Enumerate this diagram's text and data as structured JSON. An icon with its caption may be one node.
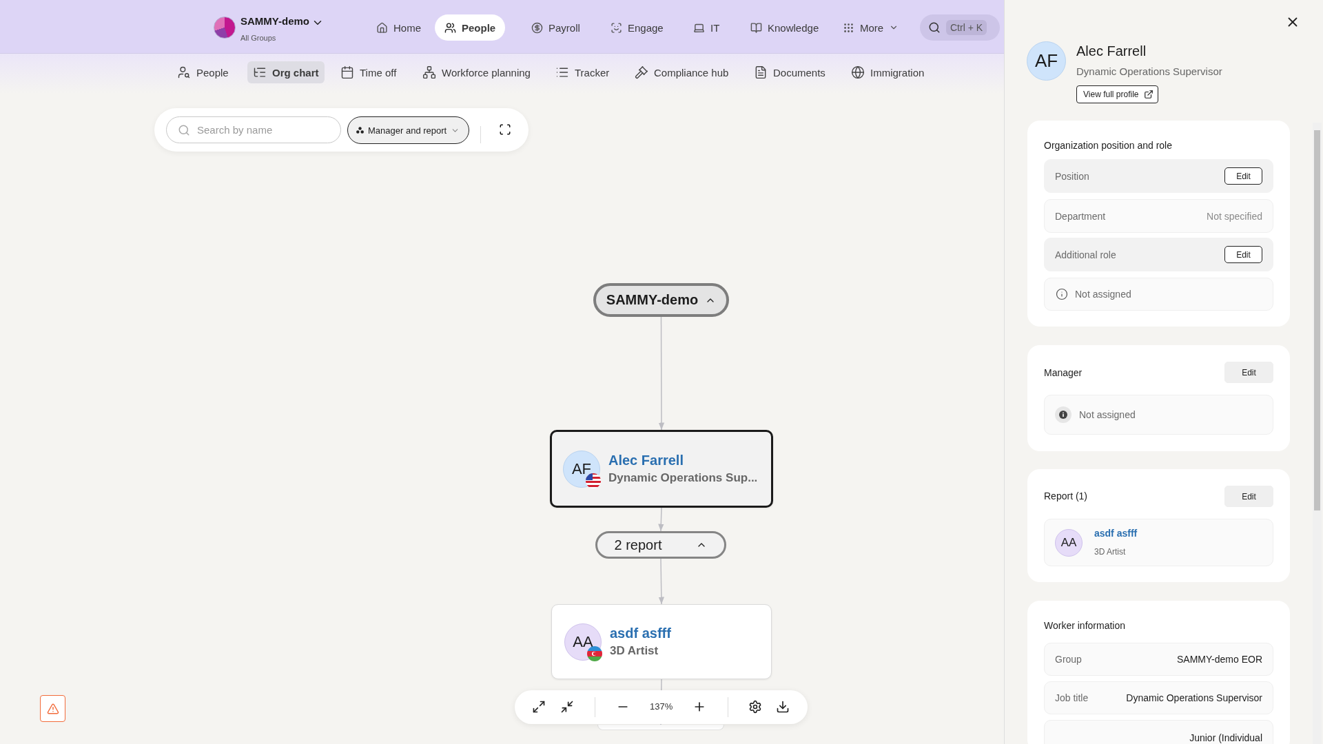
{
  "diagram": {
    "nodes": [
      {
        "text": [
          "SAMMY-demo"
        ]
      },
      {
        "text": [
          "AF",
          "Alec Farrell",
          "Dynamic Operations Sup..."
        ]
      },
      {
        "text": [
          "2 report"
        ]
      },
      {
        "text": [
          "AA",
          "asdf asfff",
          "3D Artist"
        ]
      },
      {
        "text": [],
        "shape": "box"
      }
    ],
    "edges": [
      {
        "from": 0,
        "to": 1,
        "arrow": "to"
      },
      {
        "from": 1,
        "to": 2,
        "arrow": "to"
      },
      {
        "from": 2,
        "to": 3,
        "arrow": "to"
      },
      {
        "from": 3,
        "to": 4,
        "arrow": "none"
      }
    ],
    "labels": [
      "SAMMY-demo",
      "All Groups",
      "Home",
      "People",
      "Payroll",
      "Engage",
      "IT",
      "Knowledge",
      "More",
      "Ctrl + K",
      "People",
      "Org chart",
      "Time off",
      "Workforce planning",
      "Tracker",
      "Compliance hub",
      "Documents",
      "Immigration",
      "Search by name",
      "Manager and report",
      "137%",
      "AF",
      "Alec Farrell",
      "Dynamic Operations Supervisor",
      "View full profile",
      "Organization position and role",
      "Position",
      "Edit",
      "Department",
      "Not specified",
      "Additional role",
      "Edit",
      "Not assigned",
      "Manager",
      "Edit",
      "Not assigned",
      "Report (1)",
      "Edit",
      "AA",
      "asdf asfff",
      "3D Artist",
      "Worker information",
      "Group",
      "SAMMY-demo EOR",
      "Job title",
      "Dynamic Operations Supervisor",
      "Junior (Individual"
    ]
  }
}
